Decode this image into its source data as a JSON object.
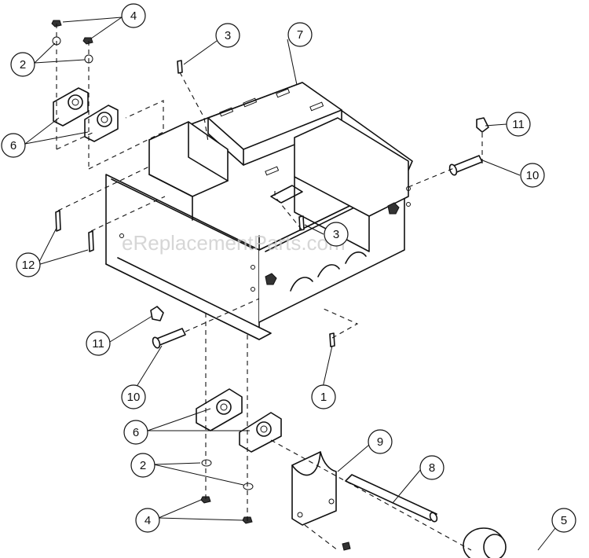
{
  "watermark": "eReplacementParts.com",
  "callouts": [
    {
      "id": "c4a",
      "label": "4"
    },
    {
      "id": "c2a",
      "label": "2"
    },
    {
      "id": "c6a",
      "label": "6"
    },
    {
      "id": "c3a",
      "label": "3"
    },
    {
      "id": "c7",
      "label": "7"
    },
    {
      "id": "c11a",
      "label": "11"
    },
    {
      "id": "c10a",
      "label": "10"
    },
    {
      "id": "c3b",
      "label": "3"
    },
    {
      "id": "c12",
      "label": "12"
    },
    {
      "id": "c11b",
      "label": "11"
    },
    {
      "id": "c10b",
      "label": "10"
    },
    {
      "id": "c1",
      "label": "1"
    },
    {
      "id": "c6b",
      "label": "6"
    },
    {
      "id": "c9",
      "label": "9"
    },
    {
      "id": "c8",
      "label": "8"
    },
    {
      "id": "c2b",
      "label": "2"
    },
    {
      "id": "c4b",
      "label": "4"
    },
    {
      "id": "c5",
      "label": "5"
    }
  ]
}
